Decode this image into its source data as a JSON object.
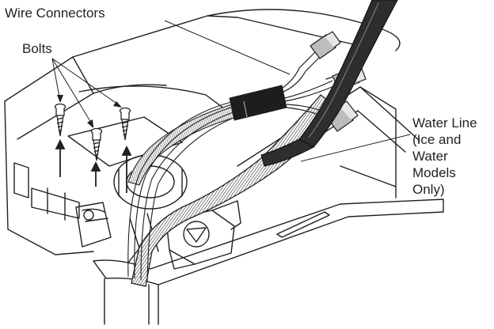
{
  "labels": {
    "wire_connectors": "Wire Connectors",
    "bolts": "Bolts",
    "water_line": [
      "Water Line",
      "(Ice and",
      "Water",
      "Models",
      "Only)"
    ]
  },
  "colors": {
    "ink": "#231f20",
    "paper": "#ffffff",
    "tube_dark": "#3a3a3a",
    "connector_gray": "#bdbdbd"
  }
}
